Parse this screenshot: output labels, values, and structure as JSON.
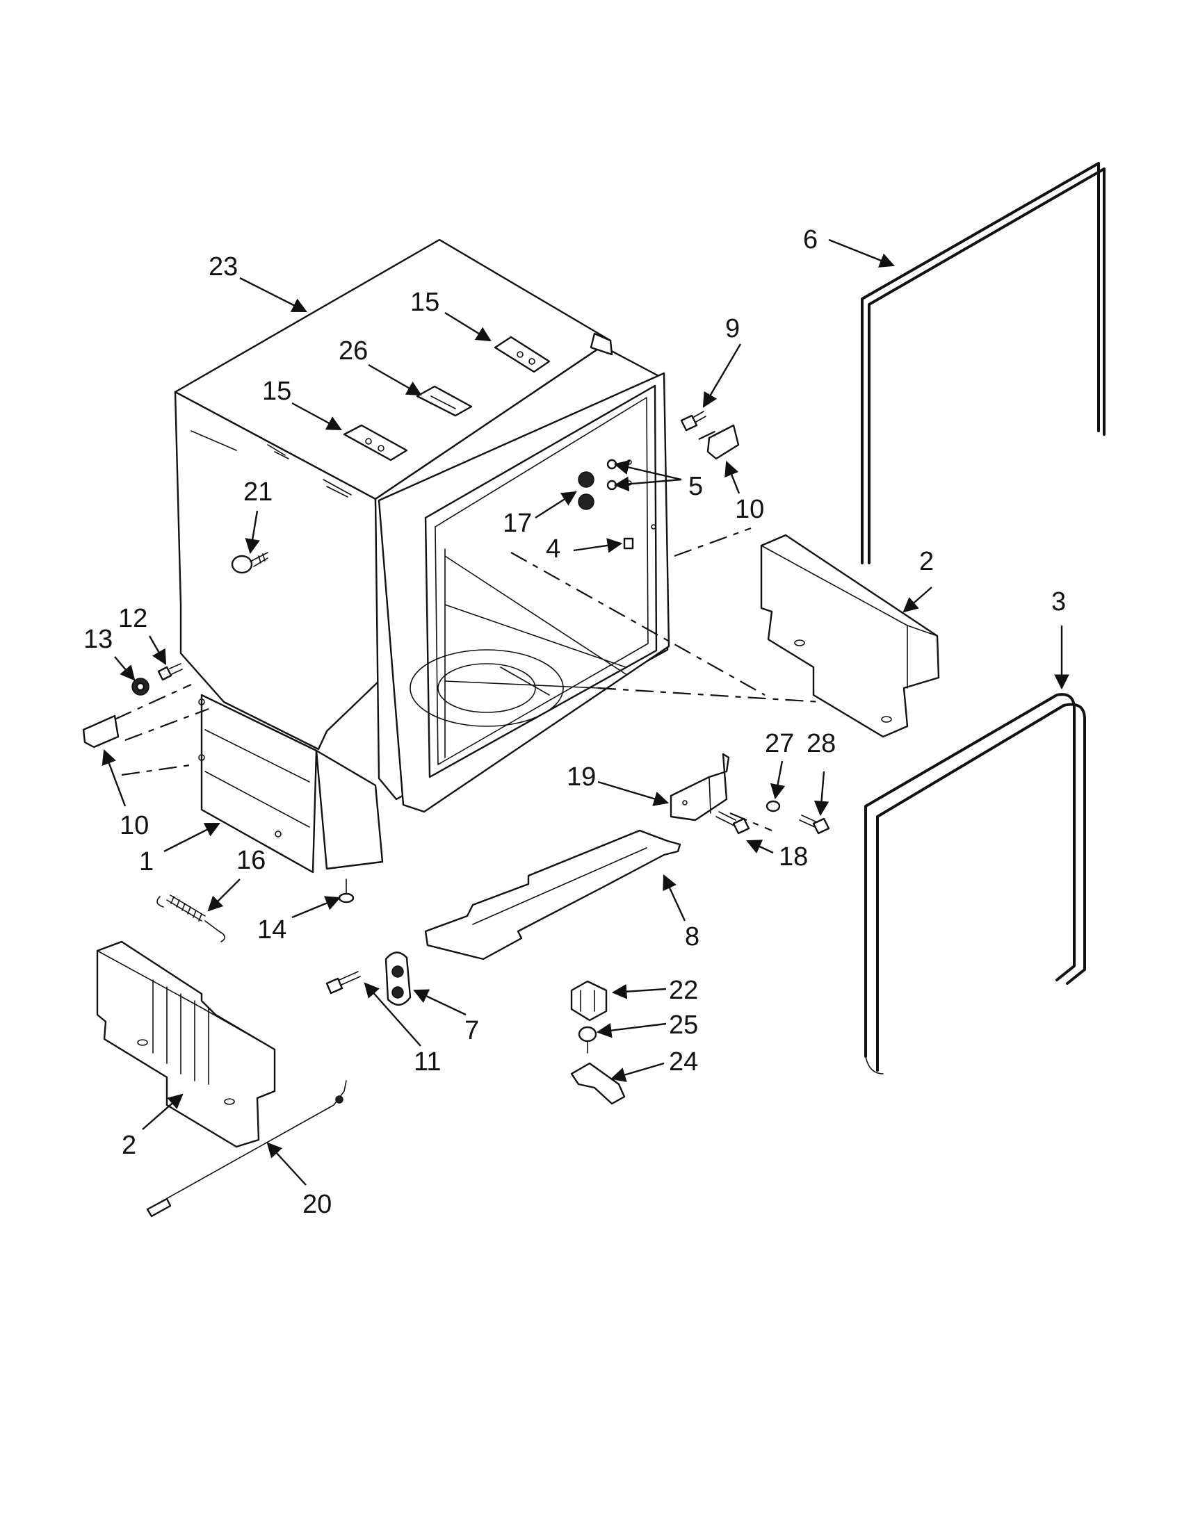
{
  "diagram": {
    "callouts": [
      "1",
      "2",
      "2",
      "3",
      "4",
      "5",
      "6",
      "7",
      "8",
      "9",
      "10",
      "10",
      "11",
      "12",
      "13",
      "14",
      "15",
      "15",
      "16",
      "17",
      "18",
      "19",
      "20",
      "21",
      "22",
      "23",
      "24",
      "25",
      "26",
      "27",
      "28"
    ]
  },
  "colors": {
    "line": "#111111",
    "background": "#ffffff"
  }
}
